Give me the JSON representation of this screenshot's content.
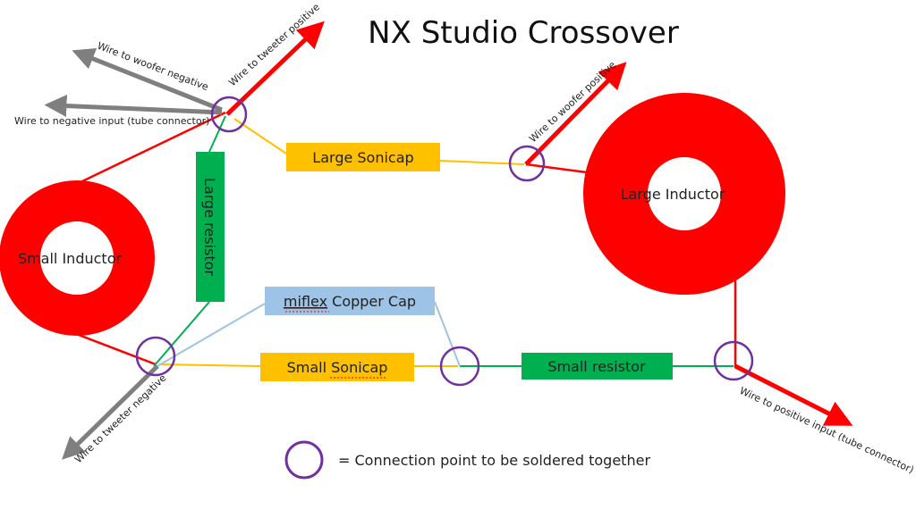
{
  "title": "NX Studio Crossover",
  "colors": {
    "red": "#ff0000",
    "orange": "#ffc000",
    "green": "#00b050",
    "blue": "#9dc3e6",
    "purple": "#7030a0",
    "gray": "#7f7f7f"
  },
  "components": {
    "large_sonicap": "Large Sonicap",
    "large_resistor": "Large resistor",
    "miflex_word": "miflex",
    "miflex_rest": " Copper Cap",
    "small_sonicap": "Small Sonicap",
    "small_resistor": "Small resistor",
    "large_inductor": "Large Inductor",
    "small_inductor": "Small Inductor"
  },
  "wires": {
    "tweeter_positive": "Wire to tweeter positive",
    "woofer_negative": "Wire to woofer negative",
    "negative_input": "Wire to negative input (tube connector)",
    "woofer_positive": "Wire to woofer positive",
    "tweeter_negative": "Wire to tweeter negative",
    "positive_input": "Wire to positive input (tube connector)"
  },
  "legend": {
    "text": "= Connection point to be soldered together"
  }
}
